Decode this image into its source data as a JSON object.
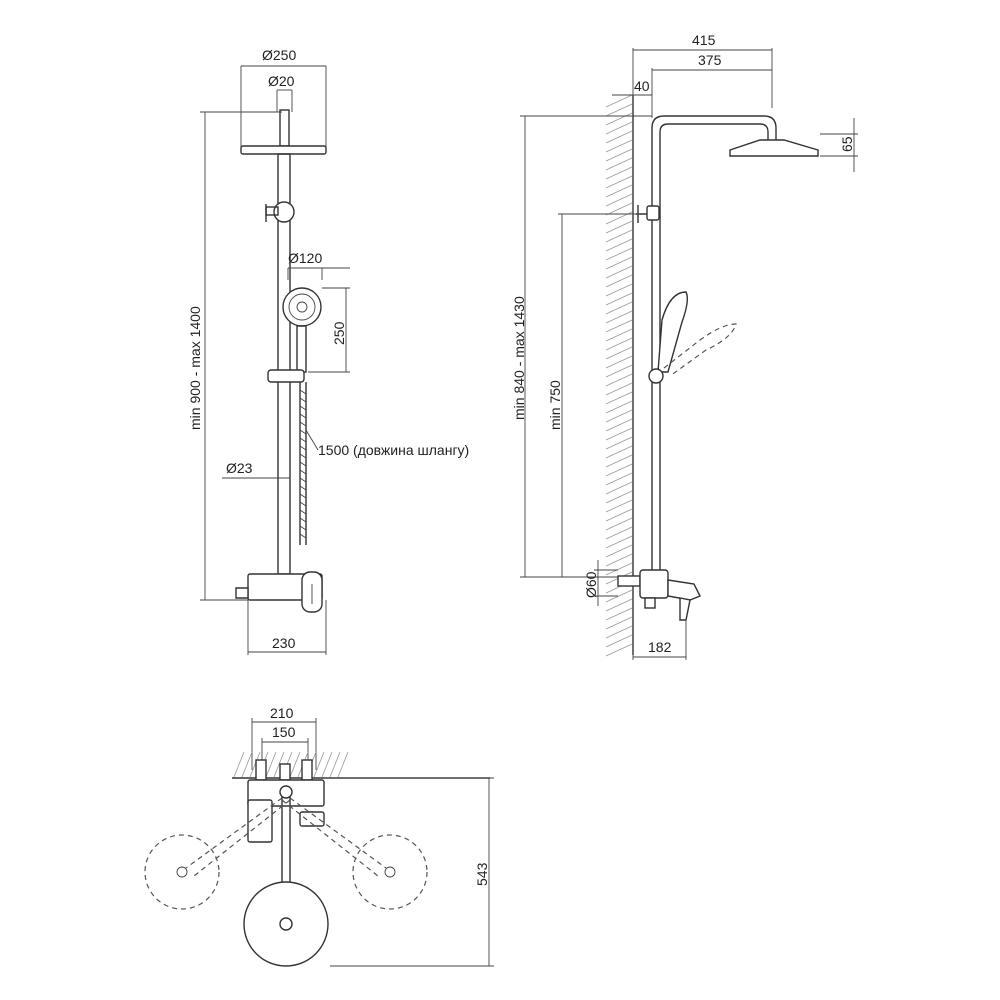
{
  "front_view": {
    "head_diameter": "Ø250",
    "arm_diameter": "Ø20",
    "hand_shower_diameter": "Ø120",
    "hand_shower_length": "250",
    "height_range": "min 900 - max 1400",
    "hose_length": "1500 (довжина шлангу)",
    "pipe_diameter": "Ø23",
    "mixer_width": "230"
  },
  "side_view": {
    "total_reach": "415",
    "arm_reach": "375",
    "wall_offset": "40",
    "head_thickness": "65",
    "height_range": "min 840 - max 1430",
    "min_height": "min 750",
    "connection_diameter": "Ø60",
    "spout_depth": "182"
  },
  "top_view": {
    "mount_width": "210",
    "connection_spacing": "150",
    "depth": "543"
  }
}
